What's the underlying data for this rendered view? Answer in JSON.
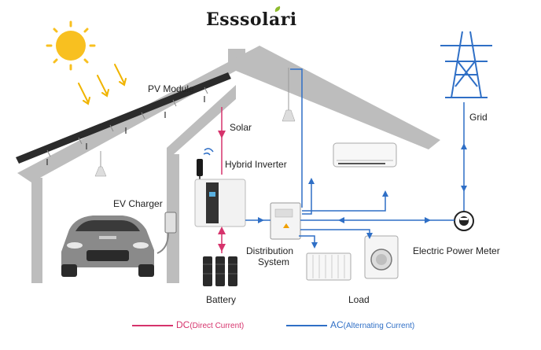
{
  "brand": {
    "logo": "Esssolari",
    "accent_color": "#8dbb2d"
  },
  "labels": {
    "pv_module": "PV Module",
    "solar": "Solar",
    "hybrid_inverter": "Hybrid Inverter",
    "ev_charger": "EV Charger",
    "distribution_system_line1": "Distribution",
    "distribution_system_line2": "System",
    "battery": "Battery",
    "load": "Load",
    "grid": "Grid",
    "electric_power_meter": "Electric Power Meter"
  },
  "legend": {
    "dc_main": "DC",
    "dc_sub": "(Direct Current)",
    "dc_color": "#d6336c",
    "ac_main": "AC",
    "ac_sub": "(Alternating Current)",
    "ac_color": "#2f6fc6"
  },
  "icons": [
    "sun-icon",
    "sunray-arrows-icon",
    "pv-panel-icon",
    "ceiling-lamp-icon",
    "ev-car-icon",
    "ev-charger-icon",
    "hybrid-inverter-icon",
    "wifi-icon",
    "battery-icon",
    "distribution-box-icon",
    "air-conditioner-icon",
    "radiator-icon",
    "washing-machine-icon",
    "power-meter-icon",
    "grid-tower-icon"
  ]
}
